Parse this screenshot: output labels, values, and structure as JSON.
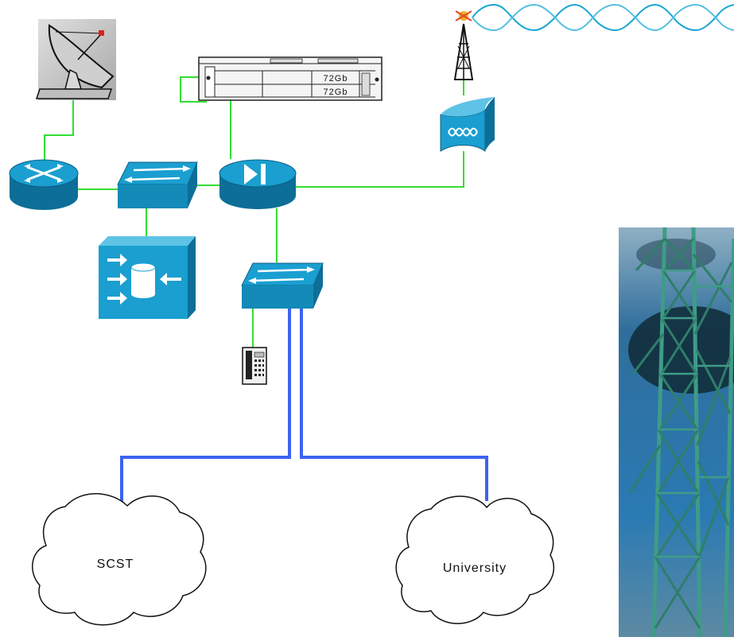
{
  "diagram": {
    "storage_labels": [
      "72Gb",
      "72Gb"
    ],
    "clouds": [
      {
        "id": "scst",
        "label": "SCST"
      },
      {
        "id": "university",
        "label": "University"
      }
    ],
    "devices": [
      "satellite-dish",
      "router",
      "switch",
      "content-engine",
      "firewall",
      "storage-server",
      "ip-phone",
      "wireless-bridge",
      "radio-tower",
      "access-switch"
    ],
    "colors": {
      "device_blue": "#1a9fd0",
      "device_dark": "#0d6e98",
      "link_green": "#33dd33",
      "link_blue": "#3d63f2",
      "radio_wave": "#19a6d4",
      "tower_steel": "#3e9c86",
      "sky": "#2c7ab0"
    }
  }
}
